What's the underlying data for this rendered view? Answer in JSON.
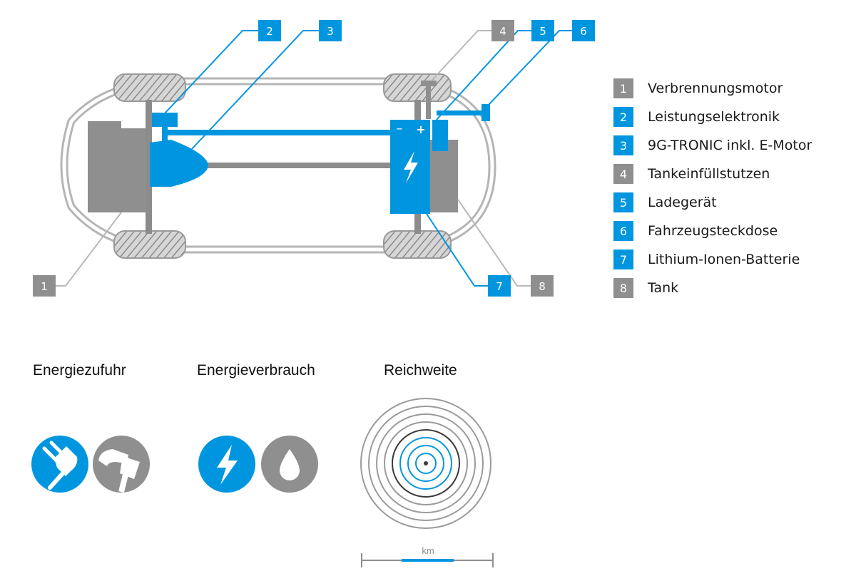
{
  "colors": {
    "blue": "#0096df",
    "gray": "#8f8f8f",
    "dark": "#4a4a4a",
    "line": "#b9b9b9"
  },
  "callouts": [
    {
      "num": "1",
      "kind": "gray"
    },
    {
      "num": "2",
      "kind": "blue"
    },
    {
      "num": "3",
      "kind": "blue"
    },
    {
      "num": "4",
      "kind": "gray"
    },
    {
      "num": "5",
      "kind": "blue"
    },
    {
      "num": "6",
      "kind": "blue"
    },
    {
      "num": "7",
      "kind": "blue"
    },
    {
      "num": "8",
      "kind": "gray"
    }
  ],
  "legend": [
    {
      "num": "1",
      "text": "Verbrennungsmotor",
      "kind": "gray"
    },
    {
      "num": "2",
      "text": "Leistungselektronik",
      "kind": "blue"
    },
    {
      "num": "3",
      "text": "9G-TRONIC inkl. E-Motor",
      "kind": "blue"
    },
    {
      "num": "4",
      "text": "Tankeinfüllstutzen",
      "kind": "gray"
    },
    {
      "num": "5",
      "text": "Ladegerät",
      "kind": "blue"
    },
    {
      "num": "6",
      "text": "Fahrzeugsteckdose",
      "kind": "blue"
    },
    {
      "num": "7",
      "text": "Lithium-Ionen-Batterie",
      "kind": "blue"
    },
    {
      "num": "8",
      "text": "Tank",
      "kind": "gray"
    }
  ],
  "battery_symbols": {
    "minus": "–",
    "plus": "+"
  },
  "sections": {
    "supply": "Energiezufuhr",
    "consumption": "Energieverbrauch",
    "range": "Reichweite"
  },
  "range_scale": {
    "unit": "km"
  },
  "icons": [
    "plug-icon",
    "fuel-nozzle-icon",
    "lightning-icon",
    "drop-icon",
    "range-rings-icon"
  ]
}
